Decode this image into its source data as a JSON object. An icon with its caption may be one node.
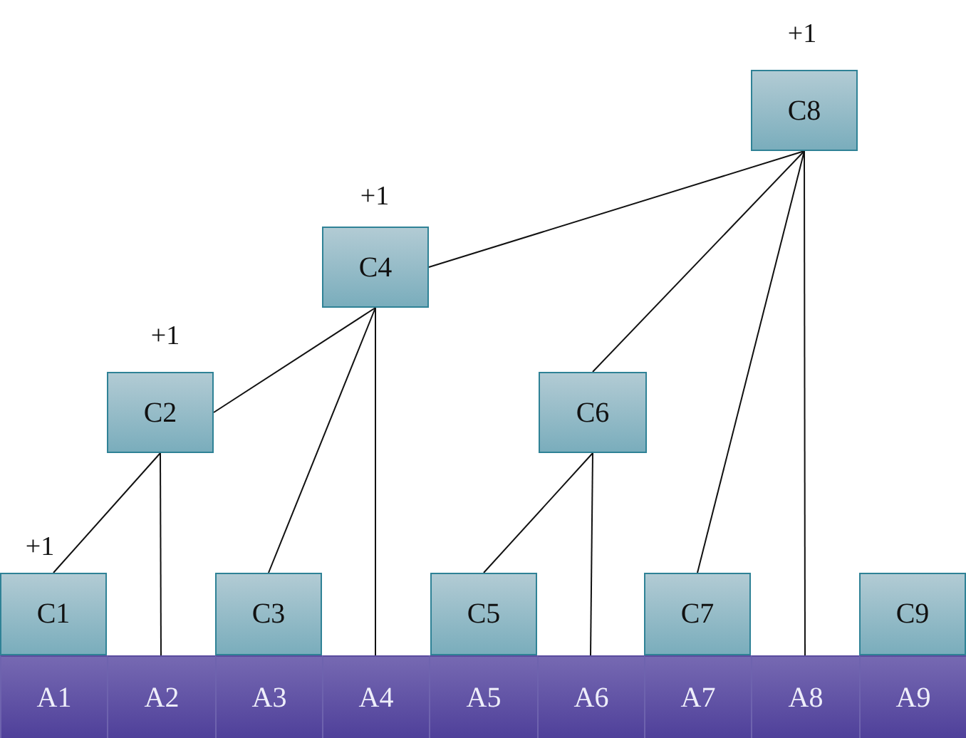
{
  "diagram": {
    "nodes": [
      {
        "text": [
          "C8"
        ],
        "beside": [
          "+1"
        ]
      },
      {
        "text": [
          "C4"
        ],
        "beside": [
          "+1"
        ]
      },
      {
        "text": [
          "C2"
        ],
        "beside": [
          "+1"
        ]
      },
      {
        "text": [
          "C6"
        ]
      },
      {
        "text": [
          "C1"
        ],
        "beside": [
          "+1"
        ]
      },
      {
        "text": [
          "C3"
        ]
      },
      {
        "text": [
          "C5"
        ]
      },
      {
        "text": [
          "C7"
        ]
      },
      {
        "text": [
          "C9"
        ]
      },
      {
        "text": [
          "A1"
        ]
      },
      {
        "text": [
          "A2"
        ]
      },
      {
        "text": [
          "A3"
        ]
      },
      {
        "text": [
          "A4"
        ]
      },
      {
        "text": [
          "A5"
        ]
      },
      {
        "text": [
          "A6"
        ]
      },
      {
        "text": [
          "A7"
        ]
      },
      {
        "text": [
          "A8"
        ]
      },
      {
        "text": [
          "A9"
        ]
      }
    ],
    "edges": [
      {
        "from": 4,
        "to": 2,
        "arrow": "none"
      },
      {
        "from": 10,
        "to": 2,
        "arrow": "none"
      },
      {
        "from": 2,
        "to": 1,
        "arrow": "none"
      },
      {
        "from": 5,
        "to": 1,
        "arrow": "none"
      },
      {
        "from": 12,
        "to": 1,
        "arrow": "none"
      },
      {
        "from": 1,
        "to": 0,
        "arrow": "none"
      },
      {
        "from": 3,
        "to": 0,
        "arrow": "none"
      },
      {
        "from": 7,
        "to": 0,
        "arrow": "none"
      },
      {
        "from": 16,
        "to": 0,
        "arrow": "none"
      },
      {
        "from": 6,
        "to": 3,
        "arrow": "none"
      },
      {
        "from": 14,
        "to": 3,
        "arrow": "none"
      }
    ]
  }
}
